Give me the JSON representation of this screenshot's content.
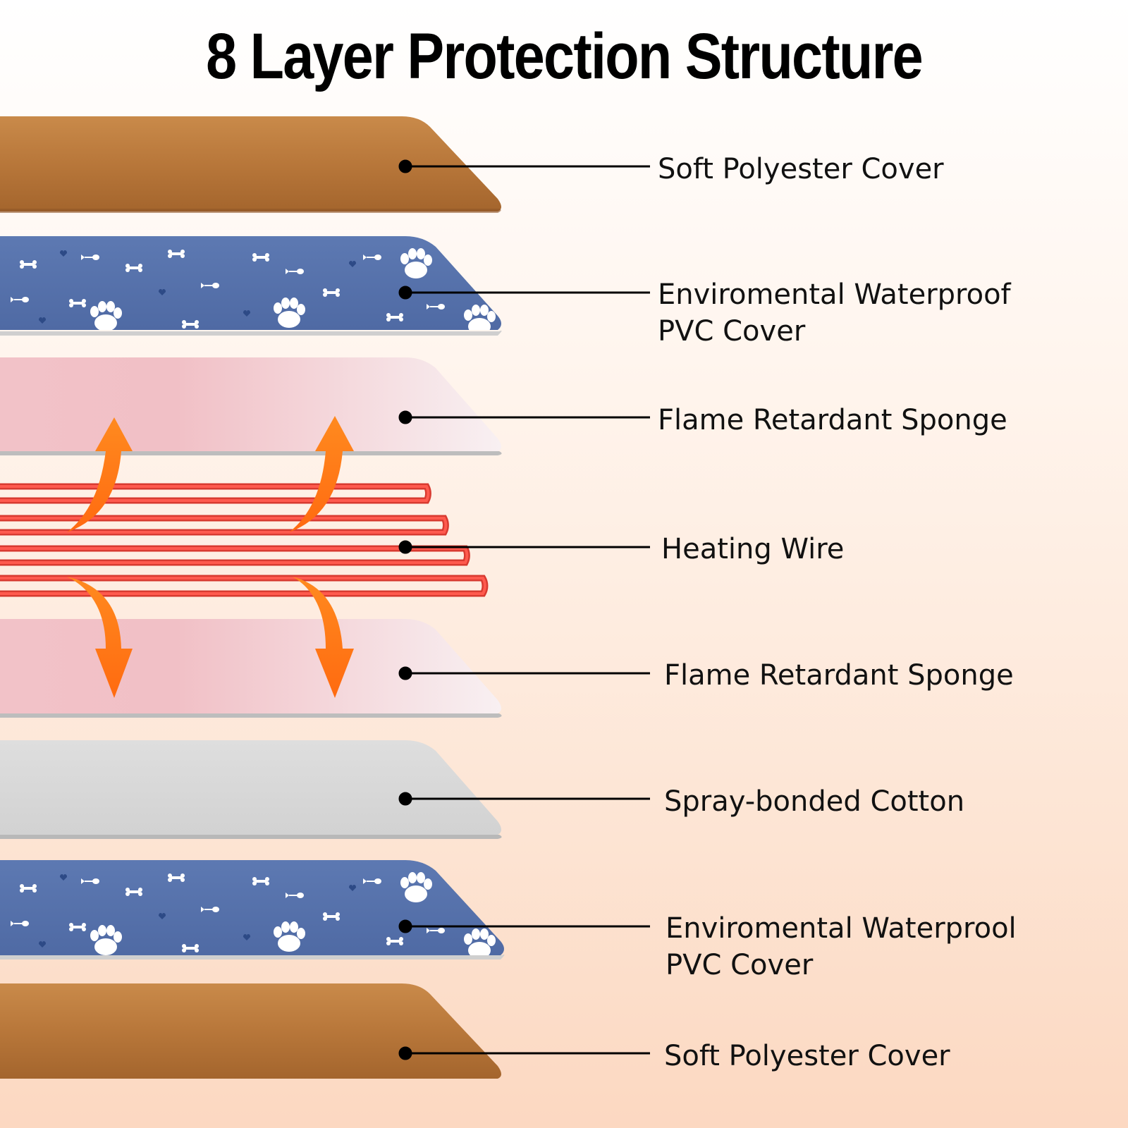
{
  "title": "8 Layer Protection Structure",
  "layers": [
    {
      "label_line1": "Soft Polyester Cover",
      "label_line2": "",
      "material": "brown-fabric"
    },
    {
      "label_line1": "Enviromental Waterproof",
      "label_line2": "PVC Cover",
      "material": "blue-paw-print"
    },
    {
      "label_line1": "Flame Retardant Sponge",
      "label_line2": "",
      "material": "pink-sponge"
    },
    {
      "label_line1": "Heating Wire",
      "label_line2": "",
      "material": "red-wire"
    },
    {
      "label_line1": "Flame Retardant Sponge",
      "label_line2": "",
      "material": "pink-sponge"
    },
    {
      "label_line1": "Spray-bonded Cotton",
      "label_line2": "",
      "material": "grey-cotton"
    },
    {
      "label_line1": "Enviromental Waterprool",
      "label_line2": "PVC Cover",
      "material": "blue-paw-print"
    },
    {
      "label_line1": "Soft Polyester Cover",
      "label_line2": "",
      "material": "brown-fabric"
    }
  ],
  "colors": {
    "brown": "#b8773a",
    "blue": "#5572ac",
    "pink": "#f3c9cf",
    "grey": "#d9d9d9",
    "wire": "#e8353a",
    "arrow": "#ff7a1a"
  },
  "icons": [
    "paw-print-icon",
    "bone-icon",
    "fish-bone-icon",
    "heart-icon",
    "heat-arrow-icon"
  ]
}
